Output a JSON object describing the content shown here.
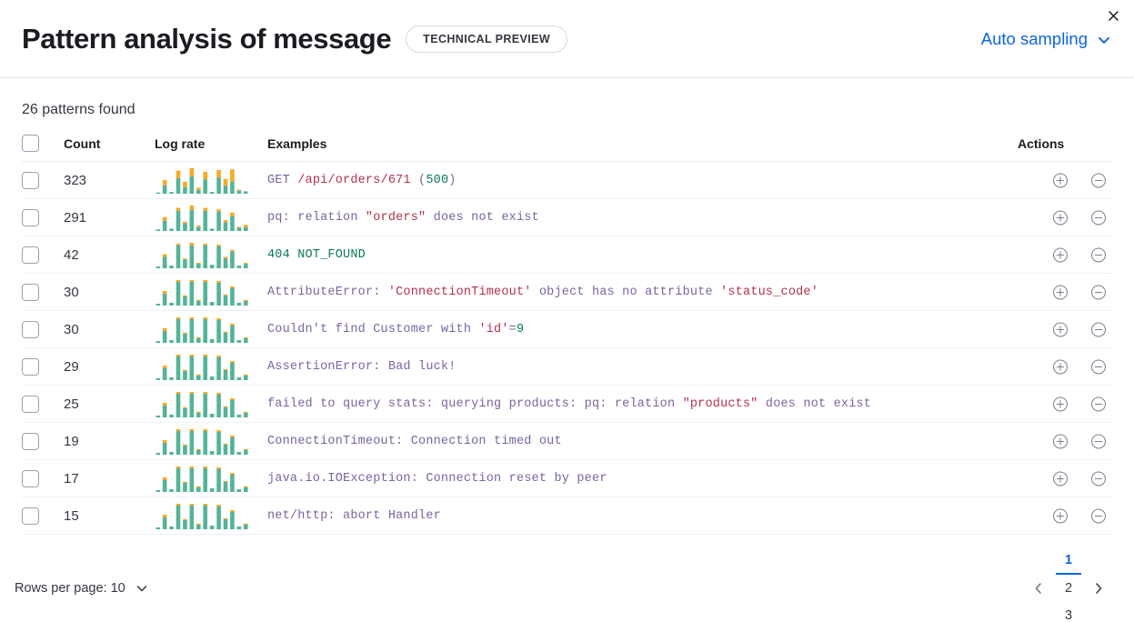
{
  "header": {
    "title": "Pattern analysis of message",
    "badge": "TECHNICAL PREVIEW",
    "sampling_label": "Auto sampling",
    "chevron_icon": "chevron-down-icon",
    "close_icon": "close-icon"
  },
  "summary": {
    "patterns_found": "26 patterns found"
  },
  "table": {
    "columns": {
      "count": "Count",
      "log_rate": "Log rate",
      "examples": "Examples",
      "actions": "Actions"
    },
    "action_icons": {
      "include": "plus-in-circle-icon",
      "exclude": "minus-in-circle-icon"
    },
    "rows": [
      {
        "count": "323",
        "example_tokens": [
          {
            "t": "GET ",
            "c": "plain"
          },
          {
            "t": "/api/orders/671",
            "c": "str"
          },
          {
            "t": " (",
            "c": "plain"
          },
          {
            "t": "500",
            "c": "num"
          },
          {
            "t": ")",
            "c": "plain"
          }
        ],
        "spark": {
          "teal": [
            2,
            14,
            3,
            26,
            11,
            29,
            6,
            24,
            3,
            27,
            13,
            20,
            5,
            4
          ],
          "orange": [
            0,
            9,
            0,
            13,
            9,
            14,
            4,
            13,
            0,
            13,
            12,
            21,
            1,
            0
          ]
        }
      },
      {
        "count": "291",
        "example_tokens": [
          {
            "t": "pq: relation ",
            "c": "plain"
          },
          {
            "t": "\"orders\"",
            "c": "str"
          },
          {
            "t": " does not exist",
            "c": "plain"
          }
        ],
        "spark": {
          "teal": [
            2,
            13,
            3,
            26,
            10,
            27,
            5,
            26,
            3,
            25,
            11,
            19,
            4,
            5
          ],
          "orange": [
            0,
            5,
            0,
            4,
            2,
            6,
            2,
            4,
            0,
            3,
            3,
            5,
            1,
            3
          ]
        }
      },
      {
        "count": "42",
        "example_tokens": [
          {
            "t": "404",
            "c": "num"
          },
          {
            "t": " ",
            "c": "plain"
          },
          {
            "t": "NOT_FOUND",
            "c": "num"
          }
        ],
        "spark": {
          "teal": [
            2,
            13,
            3,
            26,
            10,
            26,
            5,
            26,
            4,
            25,
            11,
            19,
            3,
            5
          ],
          "orange": [
            0,
            3,
            0,
            2,
            1,
            3,
            1,
            2,
            0,
            2,
            2,
            2,
            0,
            1
          ]
        }
      },
      {
        "count": "30",
        "example_tokens": [
          {
            "t": "AttributeError: ",
            "c": "plain"
          },
          {
            "t": "'ConnectionTimeout'",
            "c": "str"
          },
          {
            "t": " object has no attribute ",
            "c": "plain"
          },
          {
            "t": "'status_code'",
            "c": "str"
          }
        ],
        "spark": {
          "teal": [
            2,
            13,
            3,
            26,
            10,
            26,
            5,
            26,
            4,
            25,
            11,
            19,
            3,
            5
          ],
          "orange": [
            0,
            3,
            0,
            2,
            1,
            2,
            1,
            2,
            0,
            2,
            1,
            2,
            0,
            1
          ]
        }
      },
      {
        "count": "30",
        "example_tokens": [
          {
            "t": "Couldn't find Customer with ",
            "c": "plain"
          },
          {
            "t": "'id'",
            "c": "str"
          },
          {
            "t": "=",
            "c": "plain"
          },
          {
            "t": "9",
            "c": "num"
          }
        ],
        "spark": {
          "teal": [
            2,
            13,
            3,
            26,
            10,
            26,
            5,
            26,
            4,
            25,
            11,
            19,
            3,
            5
          ],
          "orange": [
            0,
            3,
            0,
            2,
            1,
            2,
            1,
            2,
            0,
            2,
            1,
            2,
            0,
            1
          ]
        }
      },
      {
        "count": "29",
        "example_tokens": [
          {
            "t": "AssertionError: Bad luck!",
            "c": "plain"
          }
        ],
        "spark": {
          "teal": [
            2,
            13,
            3,
            26,
            10,
            26,
            5,
            26,
            4,
            25,
            11,
            19,
            3,
            5
          ],
          "orange": [
            0,
            3,
            0,
            2,
            1,
            2,
            1,
            2,
            0,
            2,
            1,
            2,
            0,
            1
          ]
        }
      },
      {
        "count": "25",
        "example_tokens": [
          {
            "t": "failed to query stats: querying products: pq: relation ",
            "c": "plain"
          },
          {
            "t": "\"products\"",
            "c": "str"
          },
          {
            "t": " does not exist",
            "c": "plain"
          }
        ],
        "spark": {
          "teal": [
            2,
            13,
            3,
            26,
            10,
            26,
            5,
            26,
            4,
            25,
            11,
            19,
            3,
            5
          ],
          "orange": [
            0,
            3,
            0,
            2,
            1,
            2,
            1,
            2,
            0,
            2,
            1,
            2,
            0,
            1
          ]
        }
      },
      {
        "count": "19",
        "example_tokens": [
          {
            "t": "ConnectionTimeout: Connection timed out",
            "c": "plain"
          }
        ],
        "spark": {
          "teal": [
            2,
            13,
            3,
            26,
            10,
            26,
            5,
            26,
            4,
            25,
            11,
            19,
            3,
            5
          ],
          "orange": [
            0,
            3,
            0,
            2,
            1,
            2,
            1,
            2,
            0,
            2,
            1,
            2,
            0,
            1
          ]
        }
      },
      {
        "count": "17",
        "example_tokens": [
          {
            "t": "java.io.IOException: Connection reset by peer",
            "c": "plain"
          }
        ],
        "spark": {
          "teal": [
            2,
            13,
            3,
            26,
            10,
            26,
            5,
            26,
            4,
            25,
            11,
            19,
            3,
            5
          ],
          "orange": [
            0,
            3,
            0,
            2,
            1,
            2,
            1,
            2,
            0,
            2,
            1,
            2,
            0,
            1
          ]
        }
      },
      {
        "count": "15",
        "example_tokens": [
          {
            "t": "net/http: abort Handler",
            "c": "plain"
          }
        ],
        "spark": {
          "teal": [
            2,
            13,
            3,
            26,
            10,
            26,
            5,
            26,
            4,
            25,
            11,
            19,
            3,
            5
          ],
          "orange": [
            0,
            3,
            0,
            2,
            1,
            2,
            1,
            2,
            0,
            2,
            1,
            2,
            0,
            1
          ]
        }
      }
    ]
  },
  "footer": {
    "rows_per_page": "Rows per page: 10",
    "rows_per_page_chevron": "chevron-down-icon",
    "prev_icon": "chevron-left-icon",
    "next_icon": "chevron-right-icon",
    "pages": [
      "1",
      "2",
      "3"
    ],
    "active_page": "1"
  },
  "colors": {
    "accent": "#0b64dd",
    "spark_teal": "#54b399",
    "spark_orange": "#f9a825",
    "token_plain": "#7b63a3",
    "token_string": "#b3324a",
    "token_number": "#0a7b5b"
  }
}
